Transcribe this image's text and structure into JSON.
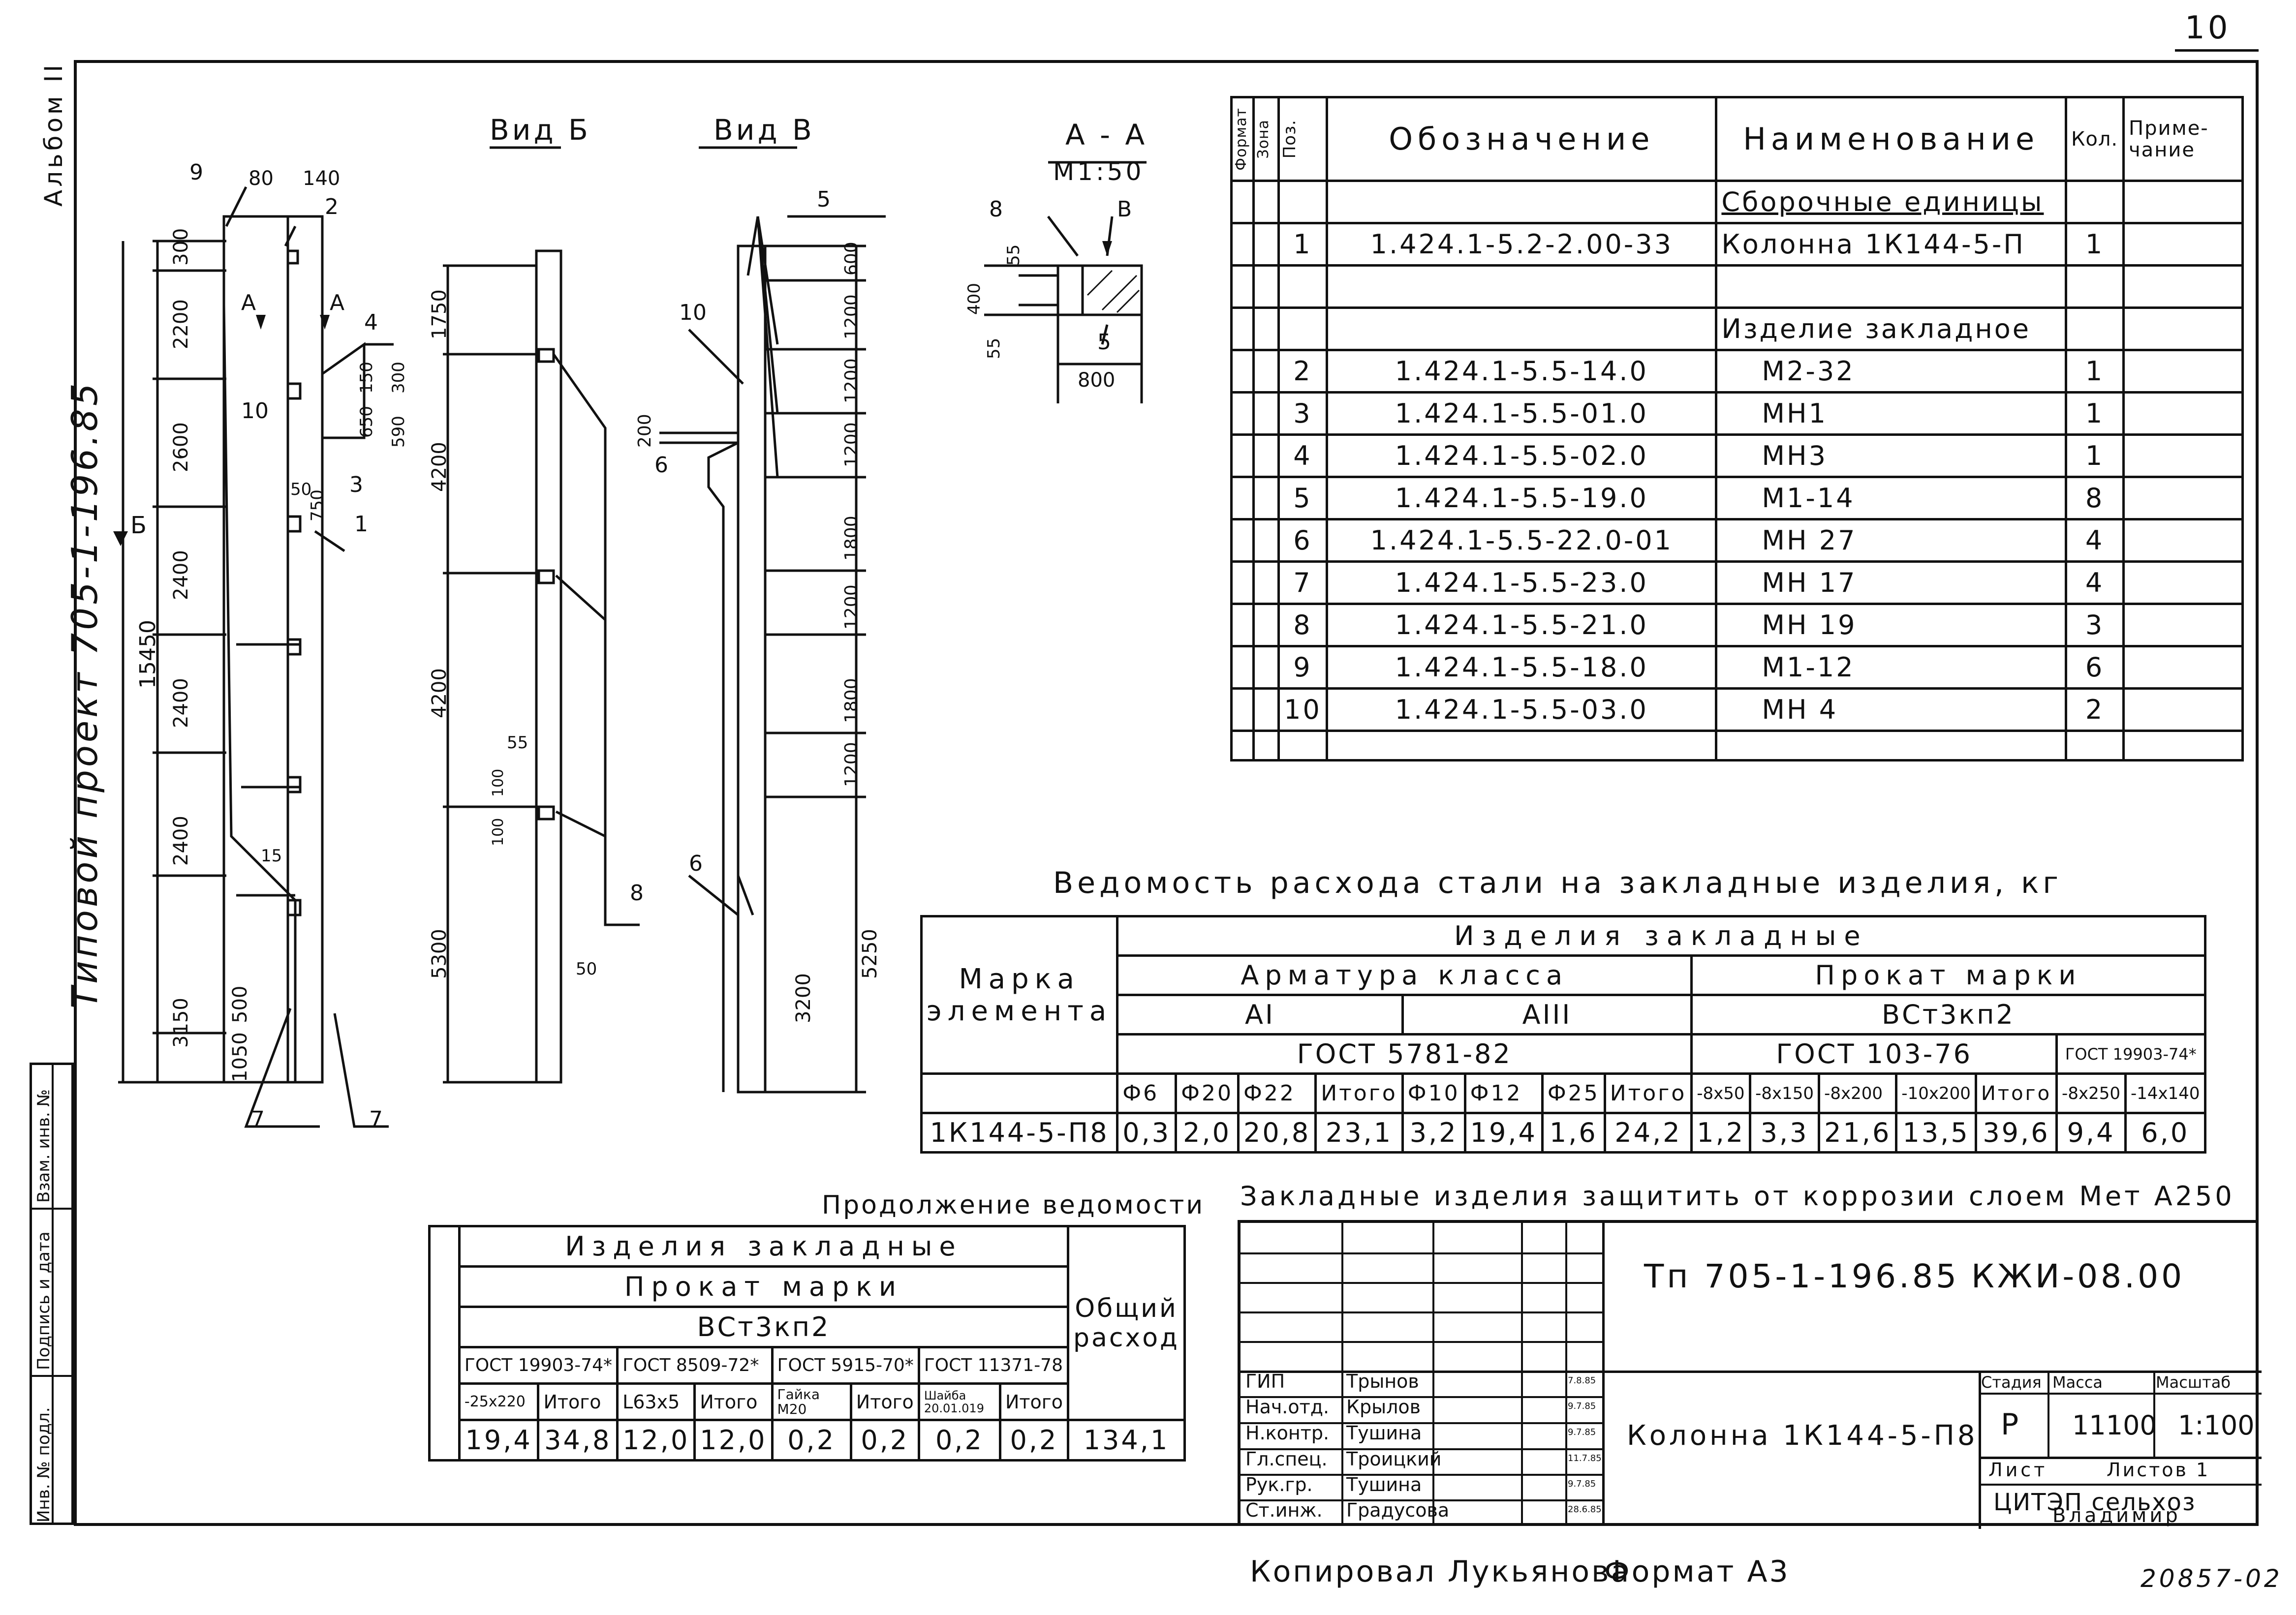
{
  "sheet_number": "10",
  "album_label": "Альбом II",
  "project_label": "Типовой проект 705-1-196.85",
  "side_stamp": [
    "Инв. № подл.",
    "Подпись и дата",
    "Взам. инв. №"
  ],
  "views": {
    "vid_b_title": "Вид Б",
    "vid_v_title": "Вид В",
    "section_title": "А - А",
    "section_scale": "М1:50"
  },
  "elevation": {
    "dims_left": [
      "300",
      "2200",
      "2600",
      "2400",
      "2400",
      "2400",
      "3150",
      "500",
      "1050"
    ],
    "overall": "15450",
    "top_dims": [
      "80",
      "140"
    ],
    "part_dims": [
      "150",
      "300",
      "650",
      "590",
      "750",
      "15",
      "50"
    ],
    "positions": [
      "9",
      "2",
      "4",
      "10",
      "3",
      "1",
      "7",
      "7"
    ],
    "section_marks": [
      "А",
      "А",
      "Б"
    ]
  },
  "view_b": {
    "dims": [
      "1750",
      "4200",
      "4200",
      "5300",
      "55",
      "100",
      "100",
      "50"
    ],
    "positions": [
      "8"
    ]
  },
  "view_v": {
    "dims": [
      "600",
      "1200",
      "1200",
      "1200",
      "1800",
      "1200",
      "1800",
      "1200",
      "5250",
      "3200",
      "200"
    ],
    "positions": [
      "5",
      "10",
      "6",
      "6"
    ]
  },
  "section_aa": {
    "dims": [
      "55",
      "400",
      "55",
      "800"
    ],
    "positions": [
      "8",
      "5"
    ],
    "mark": "В"
  },
  "spec": {
    "headers": [
      "Формат",
      "Зона",
      "Поз.",
      "Обозначение",
      "Наименование",
      "Кол.",
      "Приме-чание"
    ],
    "groups": [
      {
        "title": "Сборочные единицы",
        "rows": [
          {
            "pos": "1",
            "code": "1.424.1-5.2-2.00-33",
            "name": "Колонна 1К144-5-П",
            "qty": "1"
          }
        ]
      },
      {
        "title": "Изделие закладное",
        "rows": [
          {
            "pos": "2",
            "code": "1.424.1-5.5-14.0",
            "name": "М2-32",
            "qty": "1"
          },
          {
            "pos": "3",
            "code": "1.424.1-5.5-01.0",
            "name": "МН1",
            "qty": "1"
          },
          {
            "pos": "4",
            "code": "1.424.1-5.5-02.0",
            "name": "МН3",
            "qty": "1"
          },
          {
            "pos": "5",
            "code": "1.424.1-5.5-19.0",
            "name": "М1-14",
            "qty": "8"
          },
          {
            "pos": "6",
            "code": "1.424.1-5.5-22.0-01",
            "name": "МН 27",
            "qty": "4"
          },
          {
            "pos": "7",
            "code": "1.424.1-5.5-23.0",
            "name": "МН 17",
            "qty": "4"
          },
          {
            "pos": "8",
            "code": "1.424.1-5.5-21.0",
            "name": "МН 19",
            "qty": "3"
          },
          {
            "pos": "9",
            "code": "1.424.1-5.5-18.0",
            "name": "М1-12",
            "qty": "6"
          },
          {
            "pos": "10",
            "code": "1.424.1-5.5-03.0",
            "name": "МН 4",
            "qty": "2"
          }
        ]
      }
    ]
  },
  "steel": {
    "title": "Ведомость расхода стали на закладные изделия, кг",
    "mark_header": "Марка элемента",
    "group": "Изделия закладные",
    "armature": "Арматура класса",
    "rolled": "Прокат марки",
    "class_ai": "АI",
    "class_aiii": "АIII",
    "grade": "ВСт3кп2",
    "gost_a": "ГОСТ 5781-82",
    "gost_b": "ГОСТ 103-76",
    "gost_c": "ГОСТ 19903-74*",
    "cols_ai": [
      "Ф6",
      "Ф20",
      "Ф22",
      "Итого"
    ],
    "cols_aiii": [
      "Ф10",
      "Ф12",
      "Ф25",
      "Итого"
    ],
    "cols_103": [
      "-8x50",
      "-8x150",
      "-8x200",
      "-10x200",
      "Итого"
    ],
    "cols_199": [
      "-8x250",
      "-14x140"
    ],
    "row_mark": "1К144-5-П8",
    "row_values": [
      "0,3",
      "2,0",
      "20,8",
      "23,1",
      "3,2",
      "19,4",
      "1,6",
      "24,2",
      "1,2",
      "3,3",
      "21,6",
      "13,5",
      "39,6",
      "9,4",
      "6,0"
    ]
  },
  "continuation": {
    "title": "Продолжение ведомости",
    "group": "Изделия закладные",
    "rolled": "Прокат марки",
    "grade": "ВСт3кп2",
    "total_header": "Общий расход",
    "gosts": [
      "ГОСТ 19903-74*",
      "ГОСТ 8509-72*",
      "ГОСТ 5915-70*",
      "ГОСТ 11371-78"
    ],
    "cols": [
      "-25x220",
      "Итого",
      "L63x5",
      "Итого",
      "Гайка М20",
      "Итого",
      "Шайба 20.01.019",
      "Итого"
    ],
    "values": [
      "19,4",
      "34,8",
      "12,0",
      "12,0",
      "0,2",
      "0,2",
      "0,2",
      "0,2"
    ],
    "total": "134,1"
  },
  "note": "Закладные изделия защитить от коррозии слоем Мет А250",
  "title_block": {
    "project": "Тп 705-1-196.85",
    "code": "КЖИ-08.00",
    "name": "Колонна 1К144-5-П8",
    "stage_label": "Стадия",
    "mass_label": "Масса",
    "scale_label": "Масштаб",
    "stage": "Р",
    "mass": "11100",
    "scale": "1:100",
    "sheet_label": "Лист",
    "sheets_label": "Листов 1",
    "org": "ЦИТЭП сельхоз",
    "city": "Владимир",
    "staff": [
      {
        "role": "ГИП",
        "name": "Трынов",
        "date": "7.8.85"
      },
      {
        "role": "Нач.отд.",
        "name": "Крылов",
        "date": "9.7.85"
      },
      {
        "role": "Н.контр.",
        "name": "Тушина",
        "date": "9.7.85"
      },
      {
        "role": "Гл.спец.",
        "name": "Троицкий",
        "date": "11.7.85"
      },
      {
        "role": "Рук.гр.",
        "name": "Тушина",
        "date": "9.7.85"
      },
      {
        "role": "Ст.инж.",
        "name": "Градусова",
        "date": "28.6.85"
      }
    ]
  },
  "footer_copied": "Копировал Лукьянова",
  "footer_format": "Формат А3",
  "footer_number": "20857-02"
}
